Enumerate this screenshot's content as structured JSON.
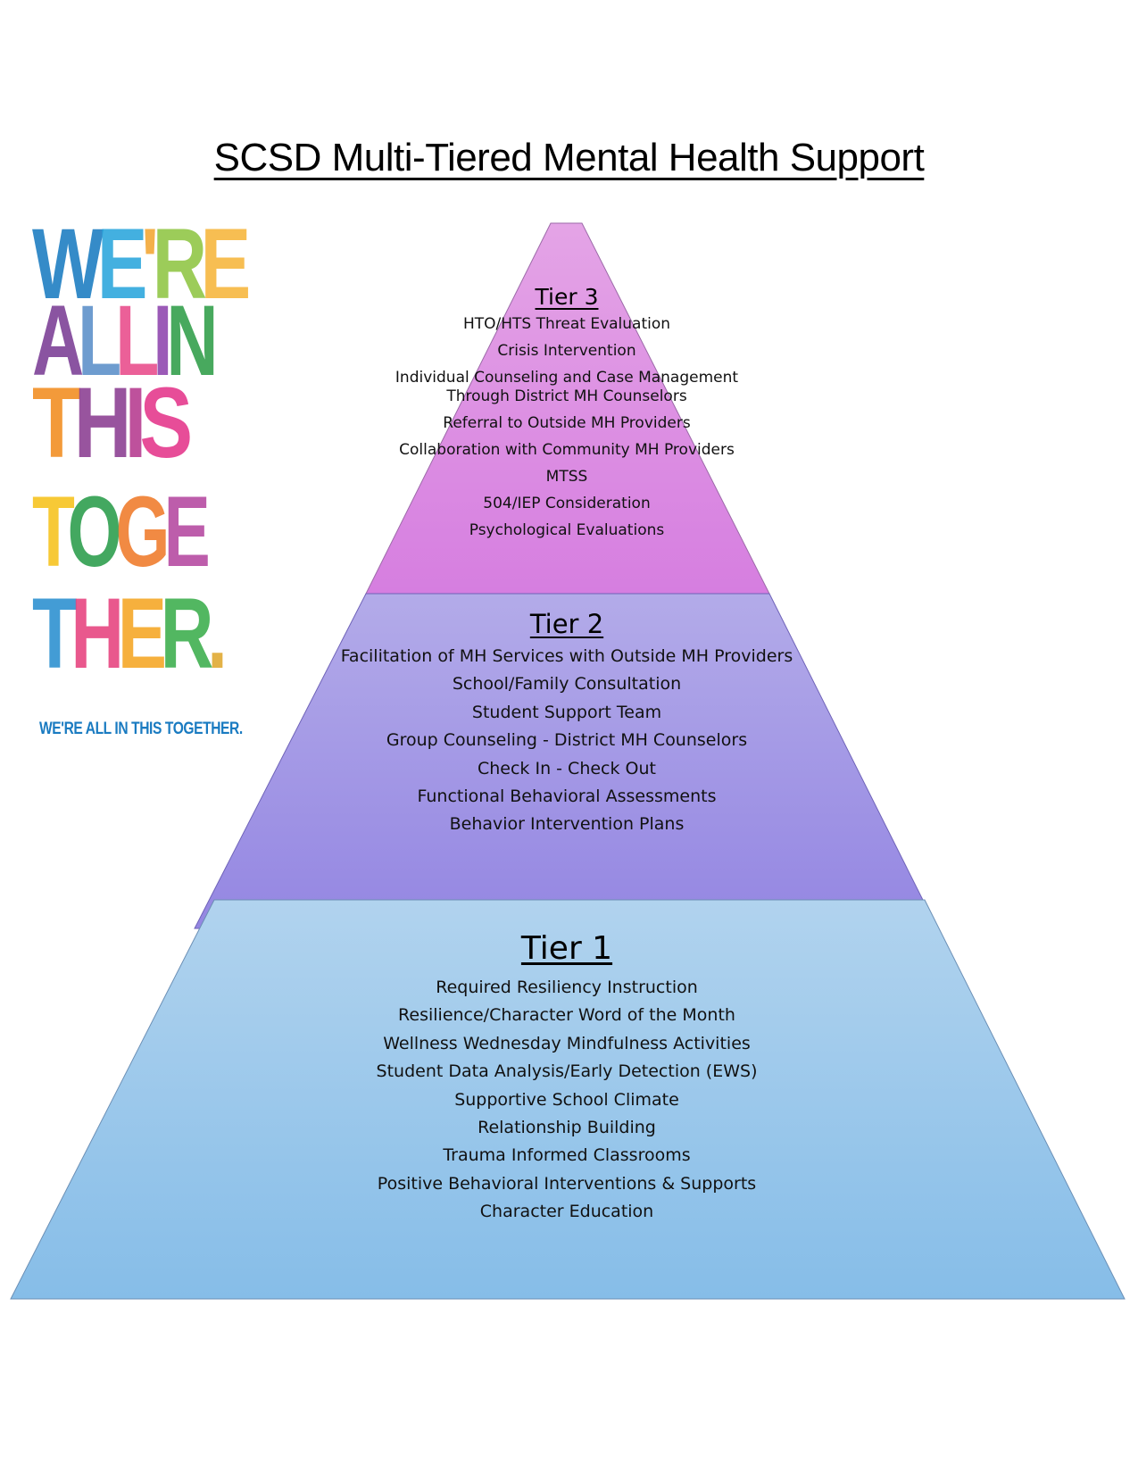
{
  "title": "SCSD Multi-Tiered Mental Health Support",
  "logo": {
    "lines": [
      {
        "text": "WE'RE",
        "letters": [
          {
            "ch": "W",
            "color": "#1a7bc1"
          },
          {
            "ch": "E",
            "color": "#2aa6dc"
          },
          {
            "ch": "'",
            "color": "#f3a532"
          },
          {
            "ch": "R",
            "color": "#8fc542"
          },
          {
            "ch": "E",
            "color": "#f6b53b"
          }
        ]
      },
      {
        "text": "ALLIN",
        "letters": [
          {
            "ch": "A",
            "color": "#7a3d95"
          },
          {
            "ch": "L",
            "color": "#5b8fc9"
          },
          {
            "ch": "L",
            "color": "#e94a8a"
          },
          {
            "ch": "I",
            "color": "#8e44ad"
          },
          {
            "ch": "N",
            "color": "#2f9e48"
          }
        ]
      },
      {
        "text": "THIS",
        "letters": [
          {
            "ch": "T",
            "color": "#f28c1f"
          },
          {
            "ch": "H",
            "color": "#8a3d91"
          },
          {
            "ch": "I",
            "color": "#b53a8f"
          },
          {
            "ch": "S",
            "color": "#e4358a"
          }
        ]
      },
      {
        "text": "TOGE",
        "letters": [
          {
            "ch": "T",
            "color": "#f6c21b"
          },
          {
            "ch": "O",
            "color": "#2a9d4a"
          },
          {
            "ch": "G",
            "color": "#ef7a2a"
          },
          {
            "ch": "E",
            "color": "#b447a0"
          }
        ]
      },
      {
        "text": "THER.",
        "letters": [
          {
            "ch": "T",
            "color": "#2a8fd0"
          },
          {
            "ch": "H",
            "color": "#e6417e"
          },
          {
            "ch": "E",
            "color": "#f5a623"
          },
          {
            "ch": "R",
            "color": "#3bae4c"
          },
          {
            "ch": ".",
            "color": "#e0a82e"
          }
        ]
      }
    ],
    "caption": "WE'RE ALL IN THIS TOGETHER."
  },
  "pyramid": {
    "tiers": [
      {
        "heading": "Tier 3",
        "fill_top": "#e4a4e6",
        "fill_bottom": "#d67ee0",
        "items": [
          "HTO/HTS Threat Evaluation",
          "Crisis Intervention",
          "Individual Counseling and Case Management",
          "Through District MH Counselors",
          "Referral to Outside MH Providers",
          "Collaboration with Community MH Providers",
          "MTSS",
          "504/IEP Consideration",
          "Psychological Evaluations"
        ]
      },
      {
        "heading": "Tier 2",
        "fill_top": "#b3abe9",
        "fill_bottom": "#9486e2",
        "items": [
          "Facilitation of MH Services with Outside MH Providers",
          "School/Family Consultation",
          "Student Support Team",
          "Group Counseling - District MH Counselors",
          "Check In - Check Out",
          "Functional Behavioral Assessments",
          "Behavior Intervention Plans"
        ]
      },
      {
        "heading": "Tier 1",
        "fill_top": "#b1d3ee",
        "fill_bottom": "#86bde8",
        "items": [
          "Required Resiliency Instruction",
          "Resilience/Character Word of the Month",
          "Wellness Wednesday Mindfulness Activities",
          "Student Data Analysis/Early Detection (EWS)",
          "Supportive School Climate",
          "Relationship Building",
          "Trauma Informed Classrooms",
          "Positive Behavioral Interventions & Supports",
          "Character Education"
        ]
      }
    ]
  }
}
